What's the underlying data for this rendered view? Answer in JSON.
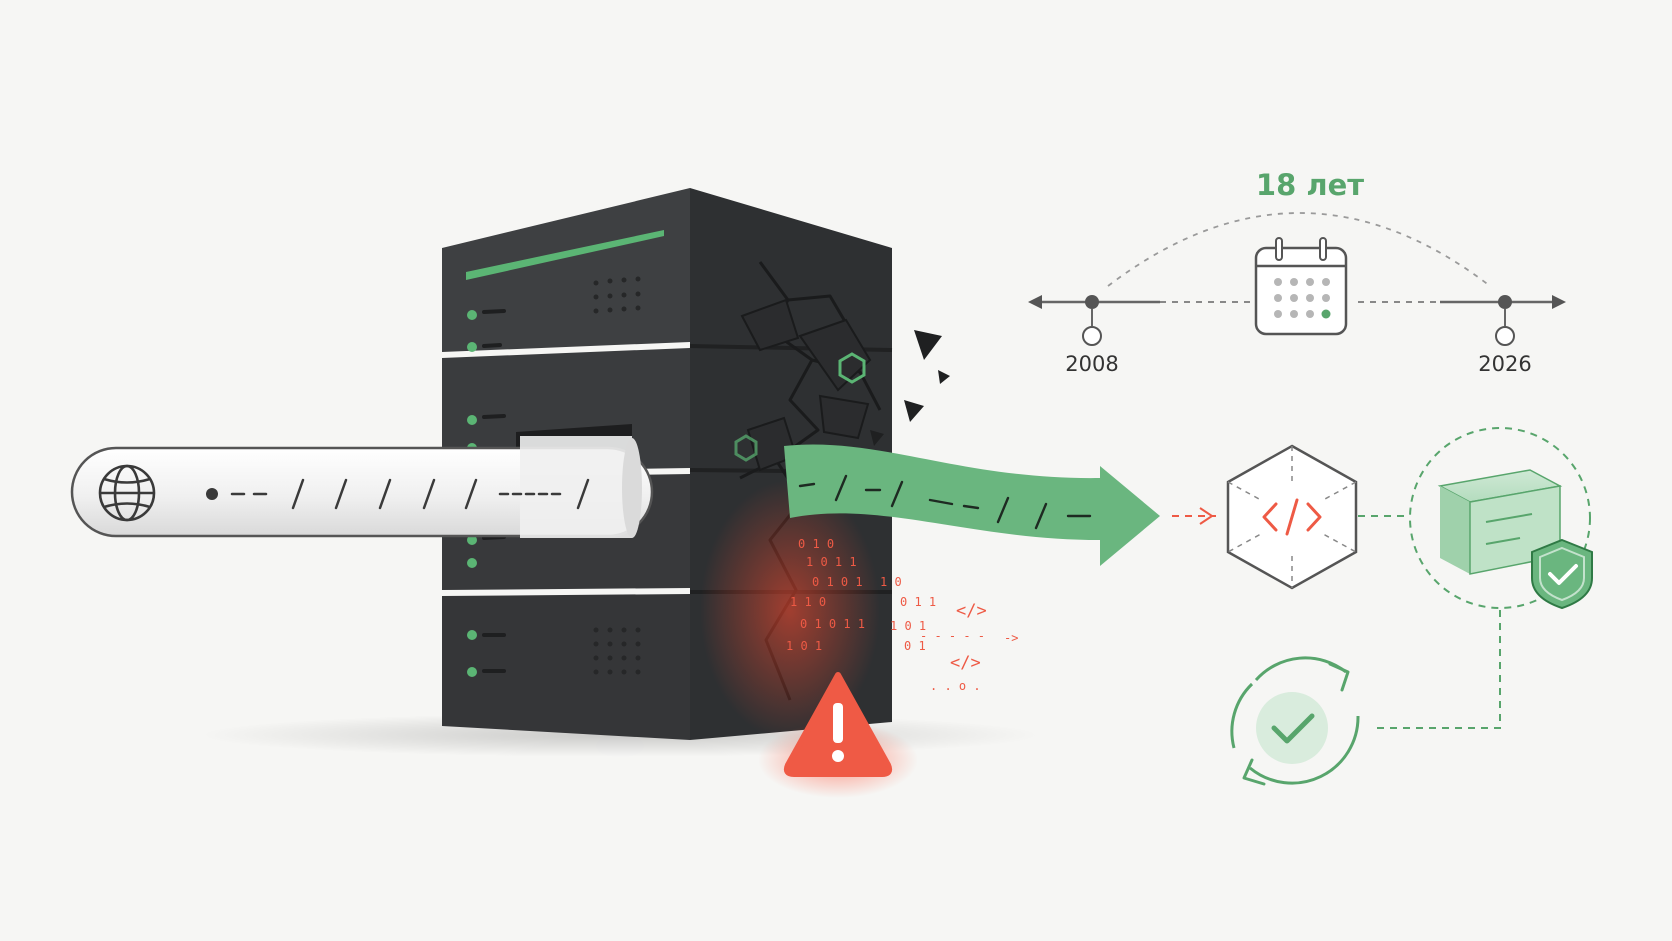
{
  "timeline": {
    "duration_label": "18 лет",
    "start_year": "2008",
    "end_year": "2026"
  },
  "icons": {
    "globe": "globe-icon",
    "calendar": "calendar-icon",
    "code": "code-icon",
    "warning": "warning-icon",
    "shield": "shield-check-icon",
    "sync": "sync-check-icon",
    "server": "server-rack-icon",
    "box": "package-box-icon"
  },
  "colors": {
    "background": "#f6f6f4",
    "server": "#3a3c3e",
    "accent_green": "#58a56c",
    "alert_red": "#ee5a45",
    "line_gray": "#666666"
  }
}
